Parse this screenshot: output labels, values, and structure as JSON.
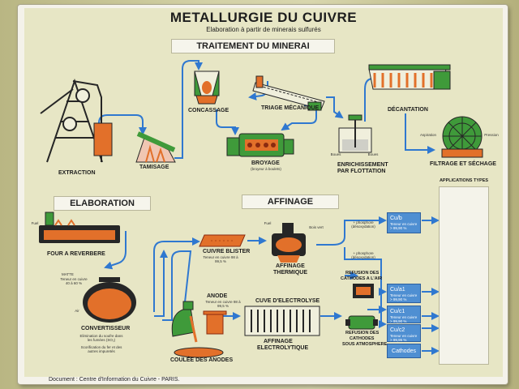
{
  "poster": {
    "title": "METALLURGIE DU CUIVRE",
    "subtitle": "Elaboration à partir de minerais sulfurés",
    "footer": "Document : Centre d'Information du Cuivre - PARIS."
  },
  "sections": {
    "traitement": "TRAITEMENT DU MINERAI",
    "elaboration": "ELABORATION",
    "affinage": "AFFINAGE",
    "applications": "APPLICATIONS TYPES"
  },
  "steps": {
    "extraction": "EXTRACTION",
    "tamisage": "TAMISAGE",
    "concassage": "CONCASSAGE",
    "triage": "TRIAGE MÉCANIQUE",
    "broyage": "BROYAGE",
    "broyage_sub": "(broyeur à boulets)",
    "enrichissement_1": "ENRICHISSEMENT",
    "enrichissement_2": "PAR FLOTTATION",
    "decantation": "DÉCANTATION",
    "filtrage": "FILTRAGE ET SÉCHAGE",
    "four": "FOUR A REVERBERE",
    "convertisseur": "CONVERTISSEUR",
    "blister": "CUIVRE BLISTER",
    "thermique_1": "AFFINAGE",
    "thermique_2": "THERMIQUE",
    "anode": "ANODE",
    "cuve": "CUVE D'ELECTROLYSE",
    "electro_1": "AFFINAGE",
    "electro_2": "ELECTROLYTIQUE",
    "coulee": "COULÉE DES ANODES",
    "refusion_air_1": "REFUSION DES",
    "refusion_air_2": "CATHODES A L'AIR",
    "refusion_atm_1": "REFUSION DES",
    "refusion_atm_2": "CATHODES",
    "refusion_atm_3": "SOUS ATMOSPHERE"
  },
  "small_notes": {
    "boues": "Boues",
    "boues2": "Boues",
    "aspiration": "Aspiration",
    "pression": "Pression",
    "fuel": "Fuel",
    "fuel2": "Fuel",
    "bois_vert": "Bois vert",
    "air": "Air",
    "matte": "MATTE",
    "matte_teneur": "Teneur en cuivre 40 à 60 %",
    "blister_teneur": "Teneur en cuivre 98 à 99,5 %",
    "anode_teneur": "Teneur en cuivre 98 à 99,5 %",
    "convert_note": "Elimination du soufre dans les fumées (SO₂)",
    "scorif_note": "Scorification du fer et des autres impuretés",
    "phosphore1": "+ phosphore (désoxydation)",
    "phosphore2": "+ phosphore (désoxydation)"
  },
  "products": [
    {
      "name": "Cu/b",
      "note": "Teneur en cuivre > 99,90 %"
    },
    {
      "name": "Cu/a1",
      "note": "Teneur en cuivre > 99,90 %"
    },
    {
      "name": "Cu/c1",
      "note": "Teneur en cuivre > 99,90 %"
    },
    {
      "name": "Cu/c2",
      "note": "Teneur en cuivre > 99,95 %"
    },
    {
      "name": "Cathodes",
      "note": ""
    }
  ],
  "colors": {
    "green": "#3f9a3a",
    "orange": "#e2702a",
    "blue": "#4f8fd2",
    "arrow": "#2f78d0",
    "dark": "#262626"
  }
}
